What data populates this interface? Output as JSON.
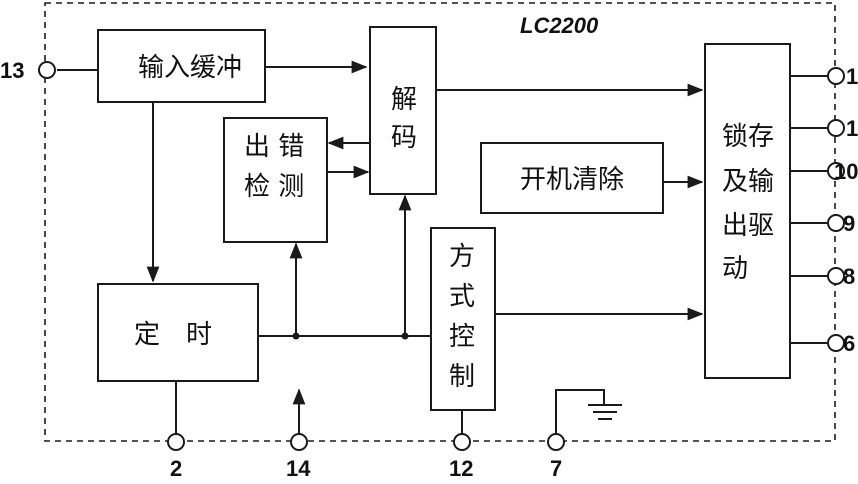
{
  "chip_name": "LC2200",
  "blocks": {
    "input_buffer": "输入缓冲",
    "error_detect": [
      "出 错",
      "检 测"
    ],
    "decode": [
      "解",
      "码"
    ],
    "power_on_clear": "开机清除",
    "latch_driver": [
      "锁存",
      "及输",
      "出驱",
      "动"
    ],
    "timing": "定　时",
    "mode_control": [
      "方",
      "式",
      "控",
      "制"
    ]
  },
  "pins": {
    "left": "13",
    "bottom": [
      "2",
      "14",
      "12",
      "7"
    ],
    "right": [
      "1",
      "1",
      "10",
      "9",
      "8",
      "6"
    ]
  }
}
